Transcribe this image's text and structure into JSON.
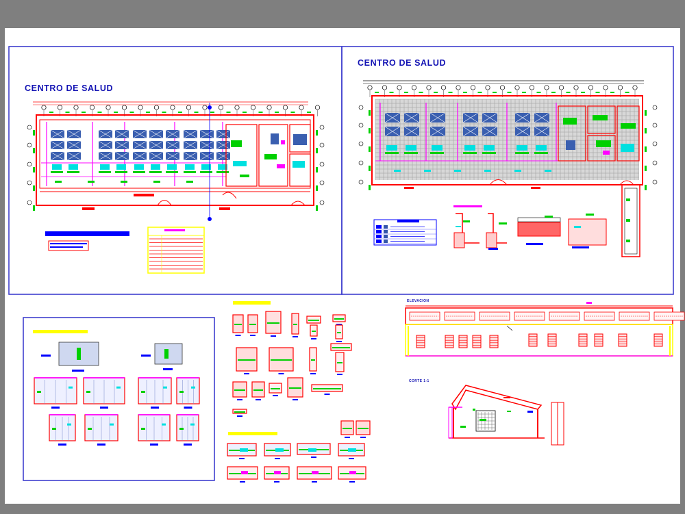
{
  "sheet": {
    "titles": {
      "plan_left": "CENTRO DE SALUD",
      "plan_right": "CENTRO DE SALUD",
      "elevation": "ELEVACION",
      "section": "CORTE 1-1"
    }
  },
  "colors": {
    "background": "#7f7f7f",
    "paper": "#ffffff",
    "frame": "#3333cc",
    "title": "#1414b4",
    "wall": "#ff0000",
    "green": "#00d000",
    "cyan": "#00e0e0",
    "magenta": "#ff00ff",
    "yellow": "#ffff00",
    "blue": "#0000ff",
    "grid": "#9a9a9a"
  }
}
